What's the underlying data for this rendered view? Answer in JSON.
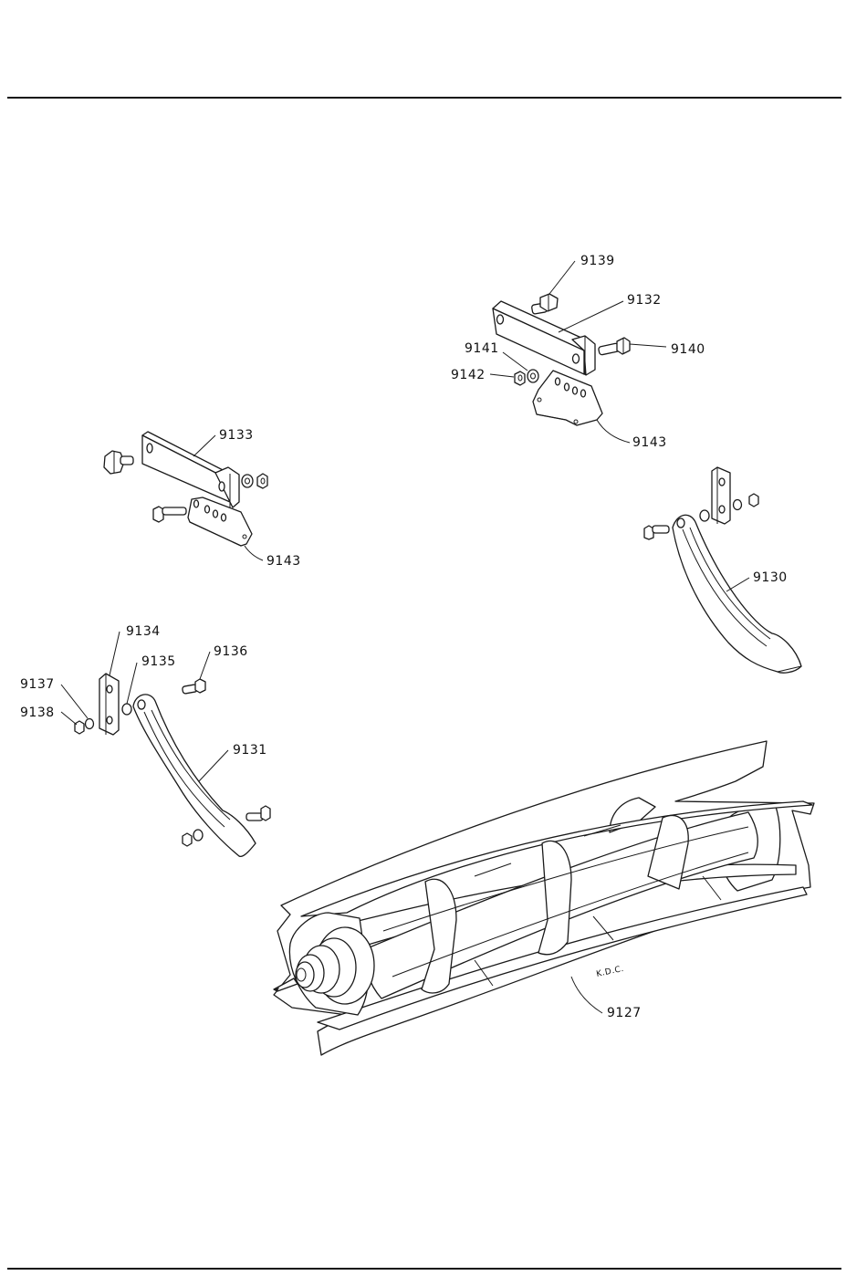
{
  "drawing": {
    "initials": "K.D.C."
  },
  "callouts": {
    "p9127": "9127",
    "p9130": "9130",
    "p9131": "9131",
    "p9132": "9132",
    "p9133": "9133",
    "p9134": "9134",
    "p9135": "9135",
    "p9136": "9136",
    "p9137": "9137",
    "p9138": "9138",
    "p9139": "9139",
    "p9140": "9140",
    "p9141": "9141",
    "p9142": "9142",
    "p9143_upper": "9143",
    "p9143_lower": "9143"
  }
}
